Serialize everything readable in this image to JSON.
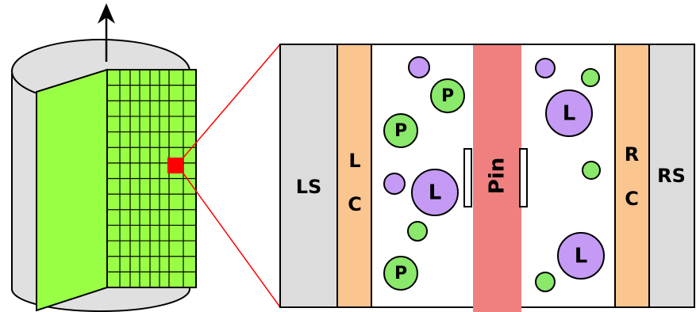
{
  "labels": {
    "left_side": "LS",
    "left_channel_top": "L",
    "left_channel_bottom": "C",
    "pin": "Pin",
    "right_channel_top": "R",
    "right_channel_bottom": "C",
    "right_side": "RS"
  },
  "particles": {
    "p_label": "P",
    "l_label": "L"
  },
  "colors": {
    "cylinder_gray": "#e0e0e0",
    "panel_green": "#99ff44",
    "channel_orange": "#fbc590",
    "side_gray": "#dcdcdc",
    "pin_red": "#f08080",
    "particle_purple": "#c59af5",
    "particle_green": "#8ae86b",
    "highlight_red": "#ff0000",
    "zoom_line_red": "#ff0000"
  }
}
